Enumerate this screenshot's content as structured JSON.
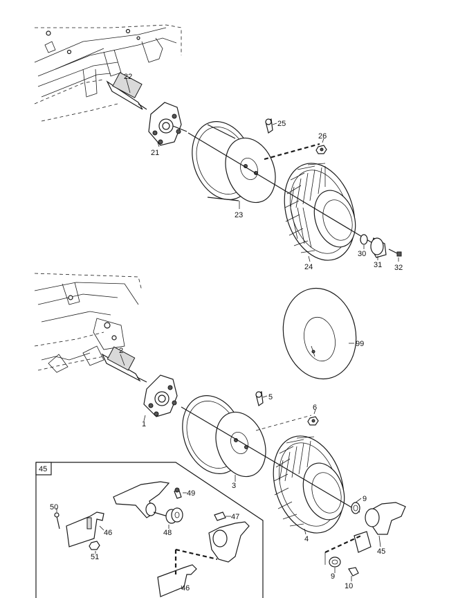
{
  "callouts": {
    "c22": "22",
    "c21": "21",
    "c25": "25",
    "c26": "26",
    "c23": "23",
    "c24": "24",
    "c30": "30",
    "c31": "31",
    "c32": "32",
    "c99": "99",
    "c2": "2",
    "c1": "1",
    "c5": "5",
    "c6": "6",
    "c3": "3",
    "c4": "4",
    "c9a": "9",
    "c45": "45",
    "c9b": "9",
    "c10": "10",
    "inset_label": "45",
    "c49": "49",
    "c50": "50",
    "c46a": "46",
    "c48": "48",
    "c47": "47",
    "c51": "51",
    "c46b": "46"
  }
}
